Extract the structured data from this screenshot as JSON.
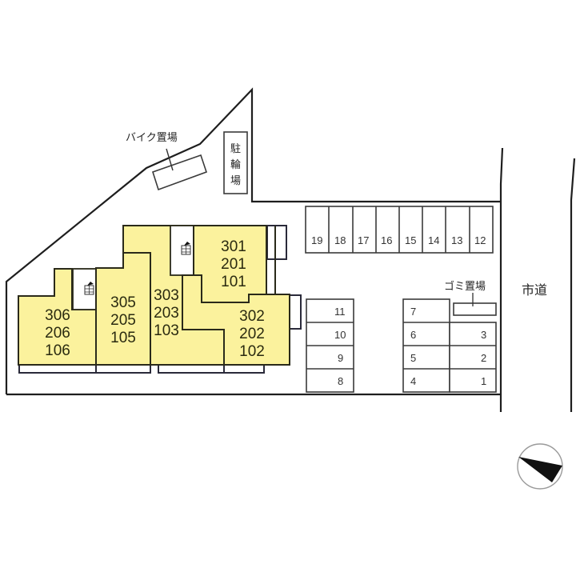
{
  "labels": {
    "bike_parking": "バイク置場",
    "bicycle_parking": [
      "駐",
      "輪",
      "場"
    ],
    "garbage": "ゴミ置場",
    "city_road": "市道"
  },
  "units": {
    "u306": [
      "306",
      "206",
      "106"
    ],
    "u305": [
      "305",
      "205",
      "105"
    ],
    "u303": [
      "303",
      "203",
      "103"
    ],
    "u301": [
      "301",
      "201",
      "101"
    ],
    "u302": [
      "302",
      "202",
      "102"
    ]
  },
  "parking": {
    "top_row": [
      "19",
      "18",
      "17",
      "16",
      "15",
      "14",
      "13",
      "12"
    ],
    "left_column": [
      "11",
      "10",
      "9",
      "8"
    ],
    "middle_column": [
      "7",
      "6",
      "5",
      "4"
    ],
    "right_column": [
      "3",
      "2",
      "1"
    ]
  },
  "compass": {
    "icon": "north-arrow-icon",
    "direction": "pointing lower-right (southeast)"
  },
  "colors": {
    "building_fill": "#fbf29d",
    "line": "#1e1e1e",
    "background": "#ffffff"
  }
}
